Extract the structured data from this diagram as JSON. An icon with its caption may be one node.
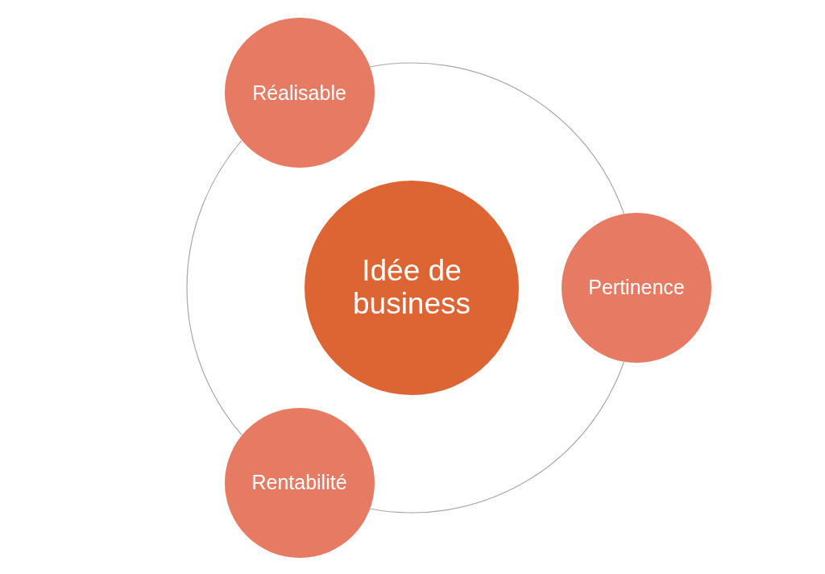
{
  "diagram": {
    "nodes": [
      {
        "text": [
          "Réalisable"
        ]
      },
      {
        "text": [
          "Idée de business"
        ]
      },
      {
        "text": [
          "Pertinence"
        ]
      },
      {
        "text": [
          "Rentabilité"
        ]
      }
    ],
    "edges": [
      {
        "from": 0,
        "to": 2,
        "arrow": "none"
      },
      {
        "from": 2,
        "to": 3,
        "arrow": "none"
      },
      {
        "from": 3,
        "to": 0,
        "arrow": "none"
      }
    ]
  }
}
